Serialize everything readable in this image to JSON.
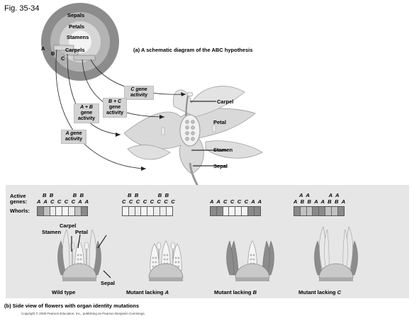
{
  "figure_label": "Fig. 35-34",
  "part_a": {
    "title": "(a) A schematic diagram of the ABC hypothesis",
    "rings": [
      "Sepals",
      "Petals",
      "Stamens",
      "Carpels"
    ],
    "class_letters": [
      "A",
      "B",
      "C"
    ],
    "activity_boxes": [
      {
        "line1": "C gene",
        "line2": "activity",
        "line3": ""
      },
      {
        "line1": "B + C",
        "line2": "gene",
        "line3": "activity"
      },
      {
        "line1": "A + B",
        "line2": "gene",
        "line3": "activity"
      },
      {
        "line1": "A gene",
        "line2": "activity",
        "line3": ""
      }
    ],
    "flower_labels": [
      "Carpel",
      "Petal",
      "Stamen",
      "Sepal"
    ]
  },
  "part_b": {
    "caption": "(b) Side view of flowers with organ identity mutations",
    "row_labels": {
      "active_genes": "Active",
      "active_genes_2": "genes:",
      "whorls": "Whorls:"
    },
    "columns": [
      {
        "top": "B B        B B",
        "bottom": "A A C C C C A A",
        "whorls": [
          "#8a8a8a",
          "#c2c2c2",
          "#ededed",
          "#f5f5f5",
          "#f5f5f5",
          "#ededed",
          "#c2c2c2",
          "#8a8a8a"
        ],
        "label_prefix": "Wild type",
        "label_italic": ""
      },
      {
        "top": "B B        B B",
        "bottom": "C C C C C C C C",
        "whorls": [
          "#f5f5f5",
          "#ededed",
          "#ededed",
          "#f5f5f5",
          "#f5f5f5",
          "#ededed",
          "#ededed",
          "#f5f5f5"
        ],
        "label_prefix": "Mutant lacking ",
        "label_italic": "A"
      },
      {
        "top": "",
        "bottom": "A A C C C C A A",
        "whorls": [
          "#8a8a8a",
          "#8a8a8a",
          "#f5f5f5",
          "#f5f5f5",
          "#f5f5f5",
          "#f5f5f5",
          "#8a8a8a",
          "#8a8a8a"
        ],
        "label_prefix": "Mutant lacking ",
        "label_italic": "B"
      },
      {
        "top": "A A        A A",
        "bottom": "A B B A A B B A",
        "whorls": [
          "#8a8a8a",
          "#c2c2c2",
          "#c2c2c2",
          "#8a8a8a",
          "#8a8a8a",
          "#c2c2c2",
          "#c2c2c2",
          "#8a8a8a"
        ],
        "label_prefix": "Mutant lacking ",
        "label_italic": "C"
      }
    ],
    "wild_type_labels": [
      "Carpel",
      "Stamen",
      "Petal",
      "Sepal"
    ]
  },
  "copyright": "Copyright © 2008 Pearson Education, Inc., publishing as Pearson Benjamin Cummings."
}
